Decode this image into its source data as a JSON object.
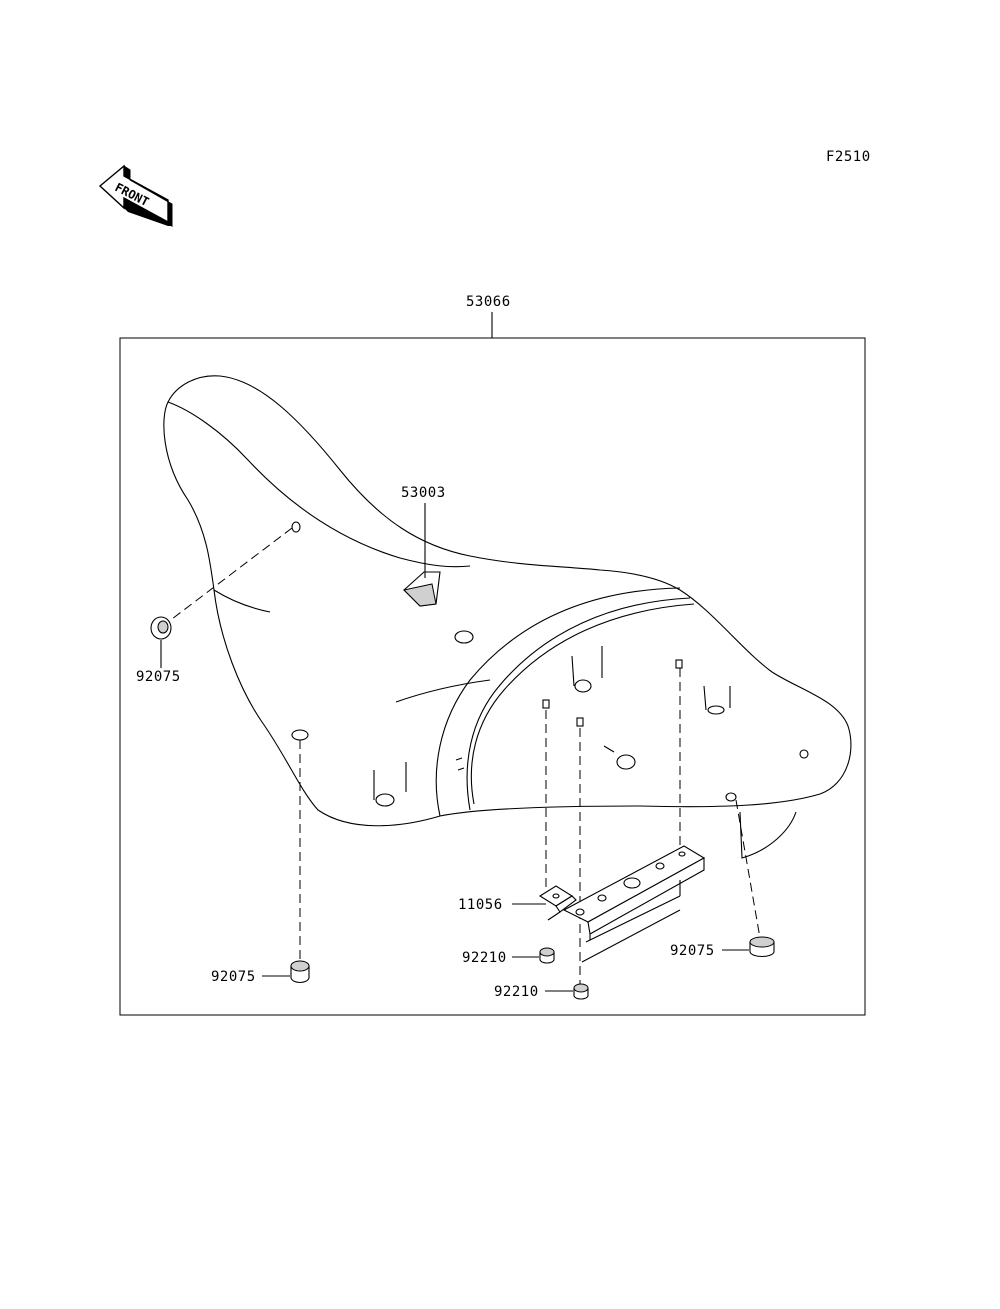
{
  "figure_code": "F2510",
  "front_arrow_text": "FRONT",
  "parts": {
    "assembly": "53066",
    "seat_cover": "53003",
    "damper_left": "92075",
    "damper_bottom_left": "92075",
    "damper_right": "92075",
    "bracket": "11056",
    "nut_upper": "92210",
    "nut_lower": "92210"
  }
}
